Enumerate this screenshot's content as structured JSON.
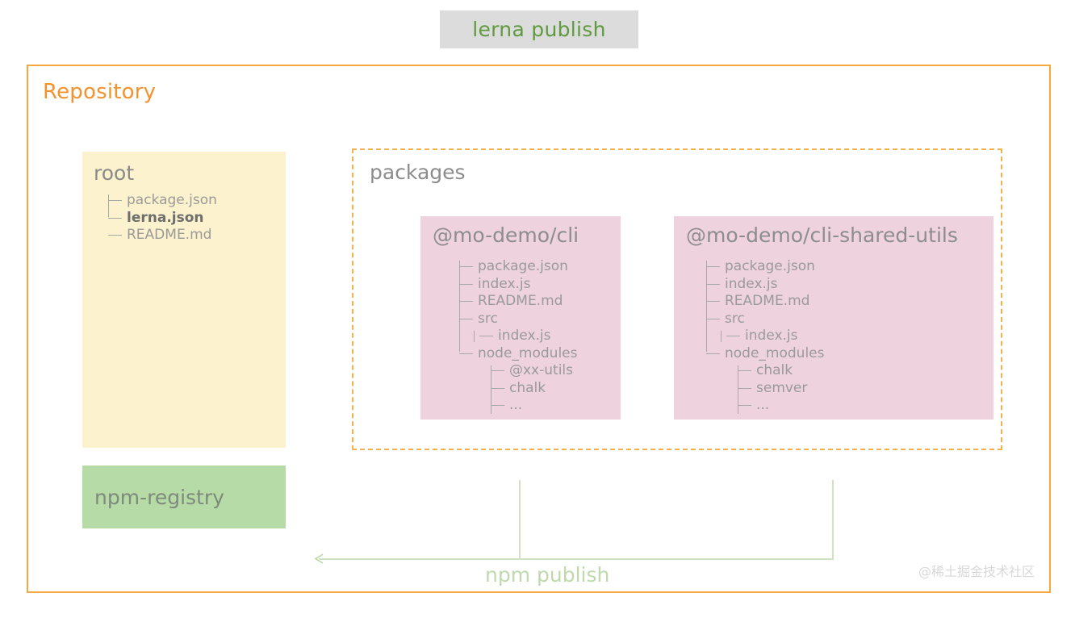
{
  "command_chip": {
    "label": "lerna publish"
  },
  "repository": {
    "title": "Repository",
    "border_color": "#f5a83c"
  },
  "root_box": {
    "title": "root",
    "background": "#fcf2cd",
    "items": [
      {
        "label": "package.json",
        "emphasis": false
      },
      {
        "label": "lerna.json",
        "emphasis": true
      },
      {
        "label": "README.md",
        "emphasis": false
      }
    ]
  },
  "packages": {
    "title": "packages",
    "border_color": "#f3b24f",
    "boxes": [
      {
        "title": "@mo-demo/cli",
        "background": "#eed2dd",
        "items": [
          {
            "label": "package.json",
            "level": 1
          },
          {
            "label": "index.js",
            "level": 1
          },
          {
            "label": "README.md",
            "level": 1
          },
          {
            "label": "src",
            "level": 1
          },
          {
            "label": "index.js",
            "level": 2
          },
          {
            "label": "node_modules",
            "level": 1
          },
          {
            "label": "@xx-utils",
            "level": 2
          },
          {
            "label": "chalk",
            "level": 2
          },
          {
            "label": "...",
            "level": 2
          }
        ]
      },
      {
        "title": "@mo-demo/cli-shared-utils",
        "background": "#eed2dd",
        "items": [
          {
            "label": "package.json",
            "level": 1
          },
          {
            "label": "index.js",
            "level": 1
          },
          {
            "label": "README.md",
            "level": 1
          },
          {
            "label": "src",
            "level": 1
          },
          {
            "label": "index.js",
            "level": 2
          },
          {
            "label": "node_modules",
            "level": 1
          },
          {
            "label": "chalk",
            "level": 2
          },
          {
            "label": "semver",
            "level": 2
          },
          {
            "label": "...",
            "level": 2
          }
        ]
      }
    ]
  },
  "registry": {
    "label": "npm-registry",
    "background": "#b6dba6"
  },
  "flow": {
    "publish_label": "npm publish",
    "line_color": "#cfe3c2"
  },
  "watermark": {
    "text": "@稀土掘金技术社区"
  }
}
